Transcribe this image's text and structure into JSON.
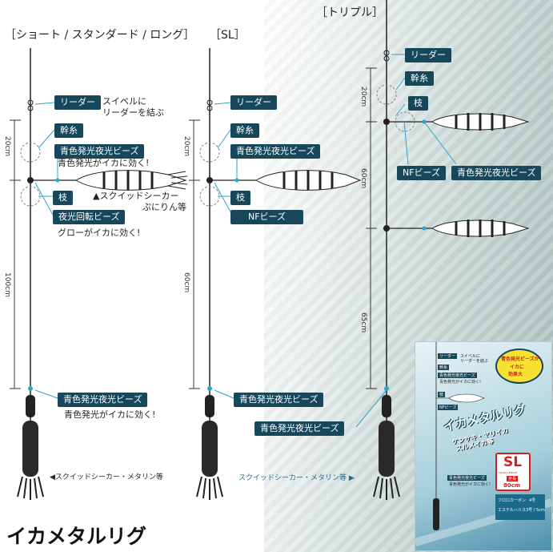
{
  "headers": {
    "short_std_long": "［ショート / スタンダード / ロング］",
    "sl": "［SL］",
    "triple": "［トリプル］"
  },
  "rig1": {
    "leader": "リーダー",
    "leader_note_1": "スイベルに",
    "leader_note_2": "リーダーを結ぶ",
    "main_line": "幹糸",
    "blue_beads": "青色発光夜光ビーズ",
    "blue_beads_note": "青色発光がイカに効く!",
    "branch": "枝",
    "squid_note_1": "▲スクイッドシーカー",
    "squid_note_2": "ぷにりん等",
    "glow_swivel": "夜光回転ビーズ",
    "glow_note": "グローがイカに効く!",
    "bottom_beads": "青色発光夜光ビーズ",
    "bottom_note": "青色発光がイカに効く!",
    "sinker_note": "◀スクイッドシーカー・メタリン等",
    "dim_top": "20cm",
    "dim_bottom": "100cm"
  },
  "rig2": {
    "leader": "リーダー",
    "main_line": "幹糸",
    "blue_beads": "青色発光夜光ビーズ",
    "branch": "枝",
    "nf_beads": "NFビーズ",
    "bottom_beads": "青色発光夜光ビーズ",
    "sinker_note": "スクイッドシーカー・メタリン等 ▶",
    "dim_top": "20cm",
    "dim_bottom": "60cm"
  },
  "rig3": {
    "leader": "リーダー",
    "main_line": "幹糸",
    "branch": "枝",
    "nf_beads": "NFビーズ",
    "blue_beads": "青色発光夜光ビーズ",
    "bottom_beads": "青色発光夜光ビーズ",
    "dim_top": "20cm",
    "dim_mid": "60cm",
    "dim_bottom": "65cm"
  },
  "title": "イカメタルリグ",
  "package": {
    "leader": "リーダー",
    "leader_note": "スイベルに",
    "leader_note2": "リーダーを結ぶ",
    "main_line": "幹糸",
    "blue_beads": "青色発光夜光ビーズ",
    "blue_note": "青色発光がイカに効く!",
    "branch": "枝",
    "nf_beads": "NFビーズ",
    "burst_1": "青色発光ビーズが",
    "burst_2": "イカに",
    "burst_3": "効果大",
    "product_name": "イカメタルリグ",
    "subtitle_1": "ケンサキ・ヤリイカ",
    "subtitle_2": "スルメイカ等",
    "size": "SL",
    "size_sub": "SHORT LENGTH",
    "size_label": "全長",
    "length": "80cm",
    "spec_1": "フロロカーボン",
    "spec_1v": "4号",
    "spec_2": "エステルハリス",
    "spec_2v": "3号 / 5cm",
    "bottom_beads": "青色発光夜光ビーズ",
    "bottom_note": "青色発光がイカに効く!"
  }
}
